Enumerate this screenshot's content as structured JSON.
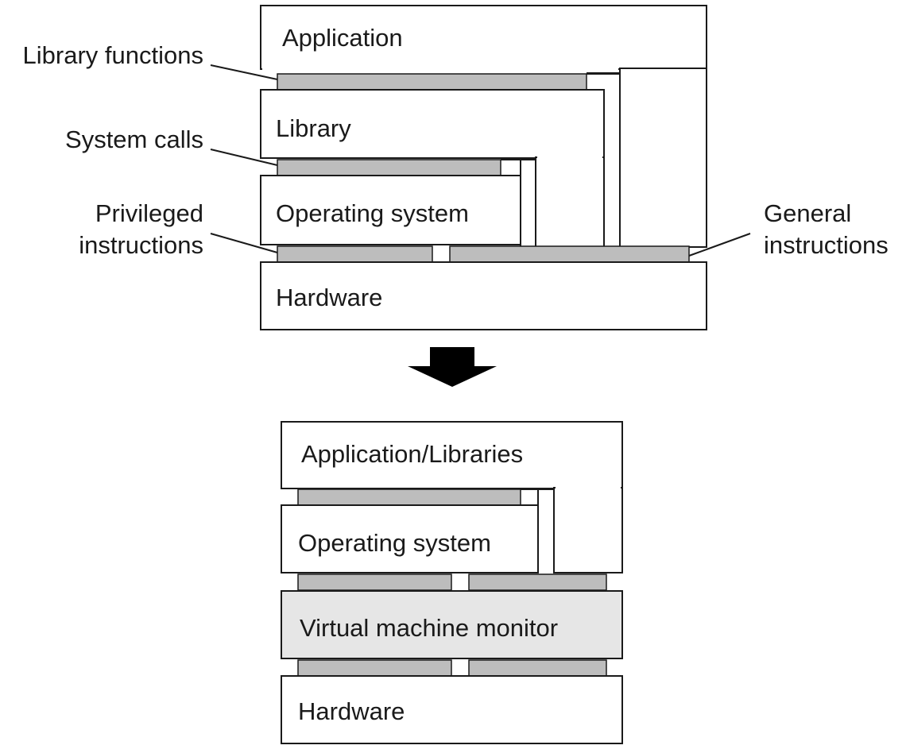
{
  "top": {
    "application": "Application",
    "library": "Library",
    "operating_system": "Operating system",
    "hardware": "Hardware",
    "callouts": {
      "library_functions": "Library functions",
      "system_calls": "System calls",
      "privileged_line1": "Privileged",
      "privileged_line2": "instructions",
      "general_line1": "General",
      "general_line2": "instructions"
    }
  },
  "bottom": {
    "application_libraries": "Application/Libraries",
    "operating_system": "Operating system",
    "vmm": "Virtual machine monitor",
    "hardware": "Hardware"
  },
  "colors": {
    "interface_fill": "#bdbdbd",
    "vmm_fill": "#e6e6e6",
    "stroke": "#1a1a1a"
  }
}
